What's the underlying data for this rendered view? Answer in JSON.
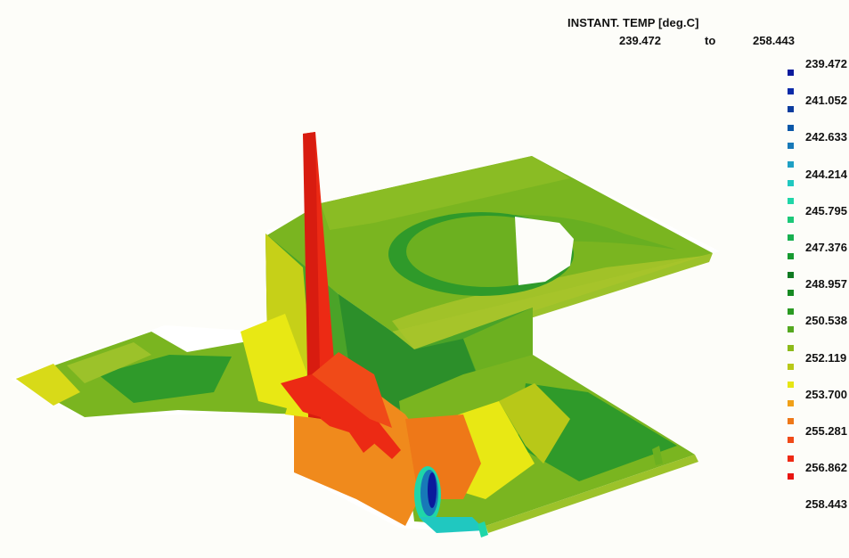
{
  "result": {
    "title": "INSTANT. TEMP [deg.C]",
    "range_min": "239.472",
    "range_sep": "to",
    "range_max": "258.443"
  },
  "legend": {
    "labels": [
      "239.472",
      "241.052",
      "242.633",
      "244.214",
      "245.795",
      "247.376",
      "248.957",
      "250.538",
      "252.119",
      "253.700",
      "255.281",
      "256.862",
      "258.443"
    ],
    "swatch_colors": [
      "#0a1a9c",
      "#0a2aa8",
      "#0b3c9e",
      "#0a57a8",
      "#1779b8",
      "#1fa0c4",
      "#20c8c0",
      "#1fd6a8",
      "#1cc878",
      "#18b050",
      "#169a30",
      "#0f7a22",
      "#168a22",
      "#2b9a22",
      "#55a820",
      "#8cba1a",
      "#b8c818",
      "#e6e614",
      "#f0a018",
      "#ee7818",
      "#f04a18",
      "#ee2a14",
      "#e81410"
    ]
  },
  "colors": {
    "background": "#fdfdf9",
    "plate_green": "#7ab520",
    "plate_dark_green": "#2f9a2a",
    "hot_yellow": "#e8e814",
    "hot_orange": "#f08a1c",
    "hot_red": "#ec2a14",
    "cold_blue": "#0a1a9c"
  }
}
